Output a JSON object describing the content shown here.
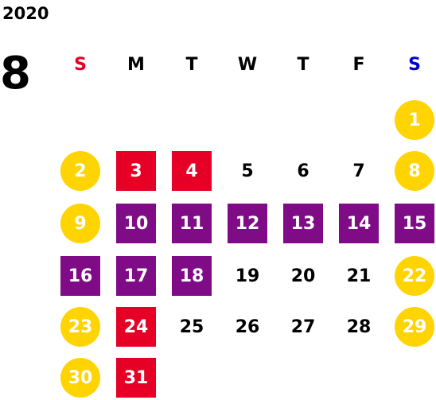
{
  "calendar": {
    "year": "2020",
    "month": "8",
    "weekdays": [
      "S",
      "M",
      "T",
      "W",
      "T",
      "F",
      "S"
    ],
    "days": [
      {
        "day": "1",
        "style": "holiday",
        "col": 6,
        "row": 0
      },
      {
        "day": "2",
        "style": "holiday",
        "col": 0,
        "row": 1
      },
      {
        "day": "3",
        "style": "red",
        "col": 1,
        "row": 1
      },
      {
        "day": "4",
        "style": "red",
        "col": 2,
        "row": 1
      },
      {
        "day": "5",
        "style": "plain",
        "col": 3,
        "row": 1
      },
      {
        "day": "6",
        "style": "plain",
        "col": 4,
        "row": 1
      },
      {
        "day": "7",
        "style": "plain",
        "col": 5,
        "row": 1
      },
      {
        "day": "8",
        "style": "holiday",
        "col": 6,
        "row": 1
      },
      {
        "day": "9",
        "style": "holiday",
        "col": 0,
        "row": 2
      },
      {
        "day": "10",
        "style": "purple",
        "col": 1,
        "row": 2
      },
      {
        "day": "11",
        "style": "purple",
        "col": 2,
        "row": 2
      },
      {
        "day": "12",
        "style": "purple",
        "col": 3,
        "row": 2
      },
      {
        "day": "13",
        "style": "purple",
        "col": 4,
        "row": 2
      },
      {
        "day": "14",
        "style": "purple",
        "col": 5,
        "row": 2
      },
      {
        "day": "15",
        "style": "purple",
        "col": 6,
        "row": 2
      },
      {
        "day": "16",
        "style": "purple",
        "col": 0,
        "row": 3
      },
      {
        "day": "17",
        "style": "purple",
        "col": 1,
        "row": 3
      },
      {
        "day": "18",
        "style": "purple",
        "col": 2,
        "row": 3
      },
      {
        "day": "19",
        "style": "plain",
        "col": 3,
        "row": 3
      },
      {
        "day": "20",
        "style": "plain",
        "col": 4,
        "row": 3
      },
      {
        "day": "21",
        "style": "plain",
        "col": 5,
        "row": 3
      },
      {
        "day": "22",
        "style": "holiday",
        "col": 6,
        "row": 3
      },
      {
        "day": "23",
        "style": "holiday",
        "col": 0,
        "row": 4
      },
      {
        "day": "24",
        "style": "red",
        "col": 1,
        "row": 4
      },
      {
        "day": "25",
        "style": "plain",
        "col": 2,
        "row": 4
      },
      {
        "day": "26",
        "style": "plain",
        "col": 3,
        "row": 4
      },
      {
        "day": "27",
        "style": "plain",
        "col": 4,
        "row": 4
      },
      {
        "day": "28",
        "style": "plain",
        "col": 5,
        "row": 4
      },
      {
        "day": "29",
        "style": "holiday",
        "col": 6,
        "row": 4
      },
      {
        "day": "30",
        "style": "holiday",
        "col": 0,
        "row": 5
      },
      {
        "day": "31",
        "style": "red",
        "col": 1,
        "row": 5
      }
    ]
  },
  "colors": {
    "holiday": "#ffd400",
    "red": "#e60026",
    "purple": "#7f0c86",
    "sunday_text": "#e60026",
    "saturday_text": "#0000cc"
  }
}
